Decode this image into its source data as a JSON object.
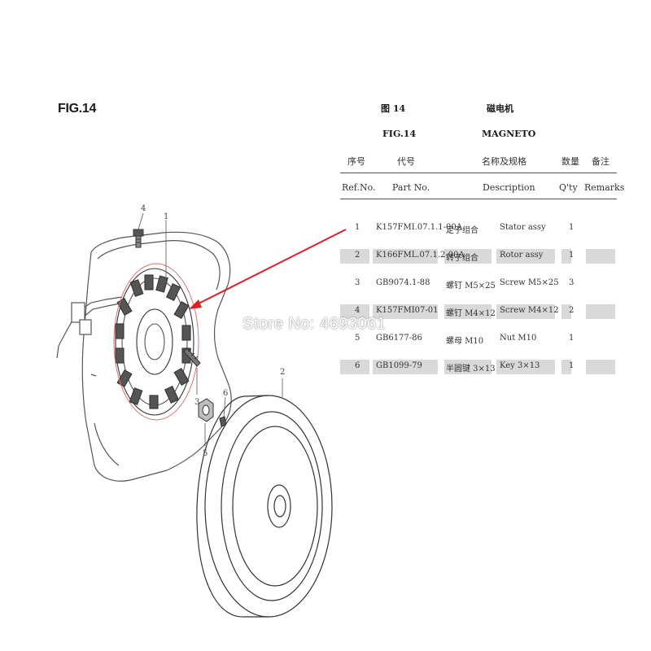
{
  "figure_label": "FIG.14",
  "header": {
    "fig_cn": "图 14",
    "title_cn": "磁电机",
    "fig_en": "FIG.14",
    "title_en": "MAGNETO"
  },
  "columns": {
    "ref_cn": "序号",
    "part_cn": "代号",
    "desc_cn": "名称及规格",
    "qty_cn": "数量",
    "remarks_cn": "备注",
    "ref_en": "Ref.No.",
    "part_en": "Part No.",
    "desc_en": "Description",
    "qty_en": "Q'ty",
    "remarks_en": "Remarks"
  },
  "rows": [
    {
      "ref": "1",
      "part": "K157FMI.07.1.1-00A",
      "desc_cn": "定子组合",
      "desc_en": "Stator assy",
      "qty": "1",
      "shaded": false
    },
    {
      "ref": "2",
      "part": "K166FML.07.1.2-00A",
      "desc_cn": "转子组合",
      "desc_en": "Rotor assy",
      "qty": "1",
      "shaded": true
    },
    {
      "ref": "3",
      "part": "GB9074.1-88",
      "desc_cn": "螺钉 M5×25",
      "desc_en": "Screw M5×25",
      "qty": "3",
      "shaded": false
    },
    {
      "ref": "4",
      "part": "K157FMI07-01",
      "desc_cn": "螺钉 M4×12",
      "desc_en": "Screw M4×12",
      "qty": "2",
      "shaded": true
    },
    {
      "ref": "5",
      "part": "GB6177-86",
      "desc_cn": "螺母 M10",
      "desc_en": "Nut M10",
      "qty": "1",
      "shaded": false
    },
    {
      "ref": "6",
      "part": "GB1099-79",
      "desc_cn": "半圆键 3×13",
      "desc_en": "Key 3×13",
      "qty": "1",
      "shaded": true
    }
  ],
  "callouts": [
    "1",
    "2",
    "3",
    "4",
    "5",
    "6"
  ],
  "watermark": "Store No: 4693061",
  "colors": {
    "pointer": "#e02020",
    "shade": "#d9d9d9"
  }
}
